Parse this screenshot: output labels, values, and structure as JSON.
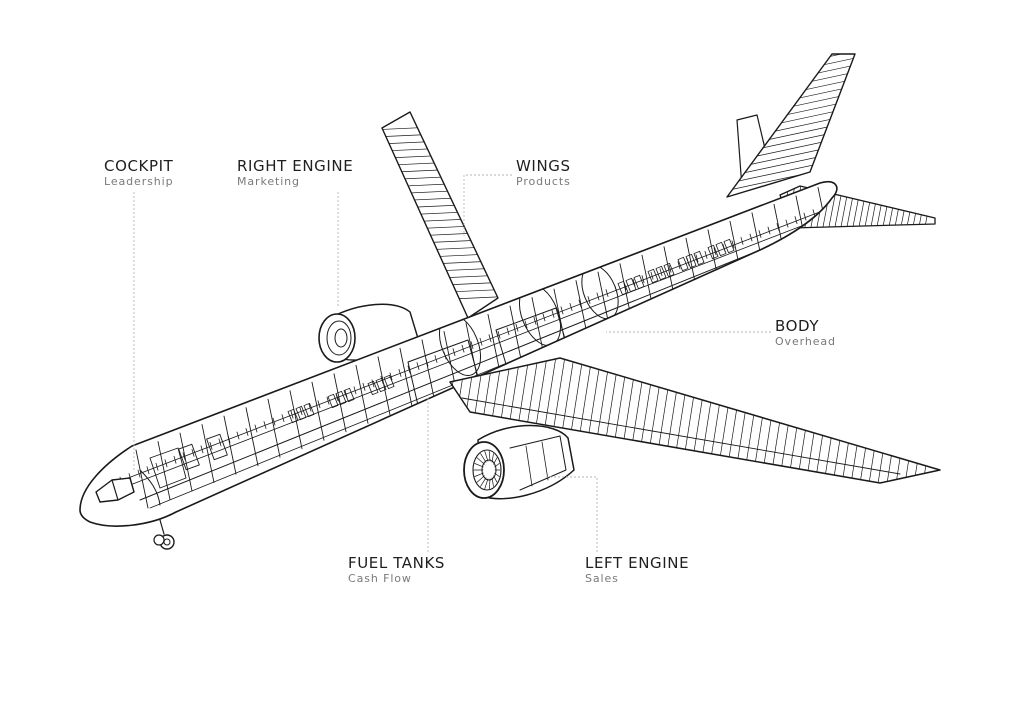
{
  "callouts": {
    "cockpit": {
      "title": "COCKPIT",
      "subtitle": "Leadership"
    },
    "right_engine": {
      "title": "RIGHT ENGINE",
      "subtitle": "Marketing"
    },
    "wings": {
      "title": "WINGS",
      "subtitle": "Products"
    },
    "body": {
      "title": "BODY",
      "subtitle": "Overhead"
    },
    "fuel_tanks": {
      "title": "FUEL TANKS",
      "subtitle": "Cash Flow"
    },
    "left_engine": {
      "title": "LEFT ENGINE",
      "subtitle": "Sales"
    }
  },
  "colors": {
    "line": "#1a1a1a",
    "leader": "#b5b5b5",
    "title": "#1f1f1f",
    "subtitle": "#7a7a7a",
    "background": "#ffffff"
  }
}
